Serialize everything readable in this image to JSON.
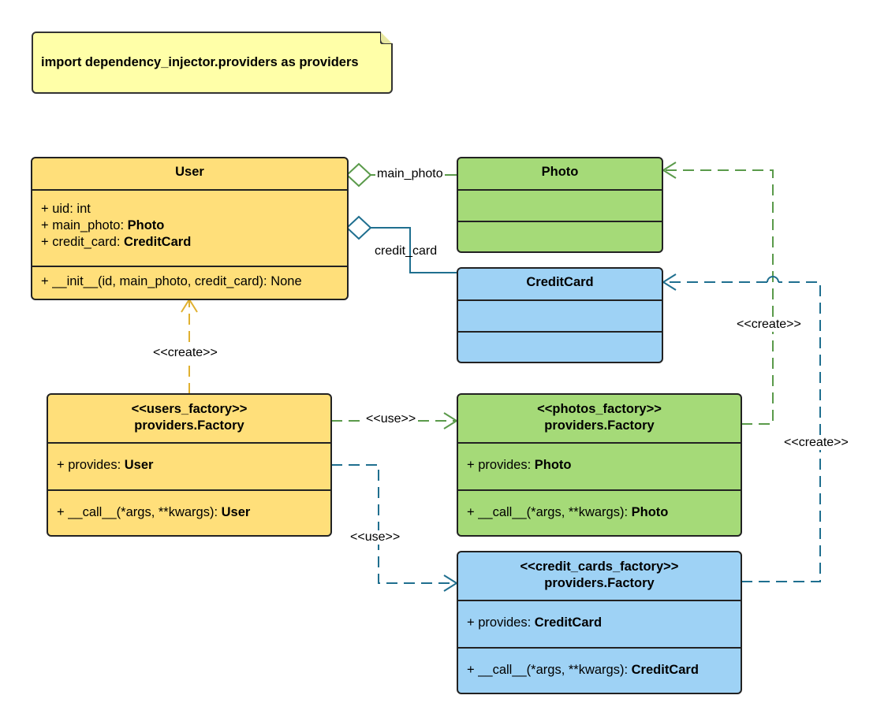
{
  "note": {
    "text": "import dependency_injector.providers as providers"
  },
  "classes": {
    "user": {
      "title": "User",
      "attributes": [
        {
          "prefix": "+ uid: ",
          "type": "int"
        },
        {
          "prefix": "+ main_photo: ",
          "type": "Photo"
        },
        {
          "prefix": "+ credit_card: ",
          "type": "CreditCard"
        }
      ],
      "methods": [
        {
          "text": "+ __init__(id, main_photo, credit_card): None"
        }
      ]
    },
    "photo": {
      "title": "Photo"
    },
    "credit_card": {
      "title": "CreditCard"
    },
    "users_factory": {
      "stereotype": "<<users_factory>>",
      "title": "providers.Factory",
      "provides_prefix": "+ provides: ",
      "provides_type": "User",
      "call_prefix": "+ __call__(*args, **kwargs): ",
      "call_type": "User"
    },
    "photos_factory": {
      "stereotype": "<<photos_factory>>",
      "title": "providers.Factory",
      "provides_prefix": "+ provides: ",
      "provides_type": "Photo",
      "call_prefix": "+ __call__(*args, **kwargs): ",
      "call_type": "Photo"
    },
    "credit_cards_factory": {
      "stereotype": "<<credit_cards_factory>>",
      "title": "providers.Factory",
      "provides_prefix": "+ provides: ",
      "provides_type": "CreditCard",
      "call_prefix": "+ __call__(*args, **kwargs): ",
      "call_type": "CreditCard"
    }
  },
  "labels": {
    "main_photo": "main_photo",
    "credit_card": "credit_card",
    "create_user": "<<create>>",
    "use_photos": "<<use>>",
    "use_credit_cards": "<<use>>",
    "create_photo": "<<create>>",
    "create_credit_card": "<<create>>"
  },
  "colors": {
    "yellow": "#ffdf7a",
    "green": "#a5da78",
    "blue": "#9ed2f5",
    "note": "#ffffa8",
    "green_line": "#5a9a4a",
    "blue_line": "#1f6f8f",
    "yellow_line": "#e0b030"
  }
}
